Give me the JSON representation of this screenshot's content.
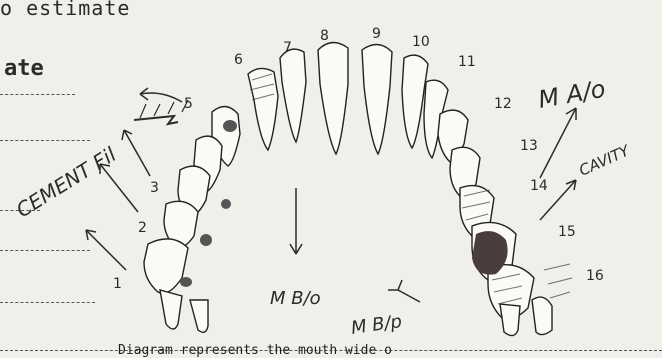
{
  "header": {
    "line1": "o estimate",
    "line2": "ate"
  },
  "tooth_numbers": [
    "1",
    "2",
    "3",
    "5",
    "6",
    "7",
    "8",
    "9",
    "10",
    "11",
    "12",
    "13",
    "14",
    "15",
    "16"
  ],
  "annotations": {
    "cement_fil": "CEMENT Fil",
    "mb_left": "M B/o",
    "mb_bottom": "M B/p",
    "ma": "M A/o",
    "cavity": "CAVITY"
  },
  "caption": "Diagram represents the mouth wide o"
}
